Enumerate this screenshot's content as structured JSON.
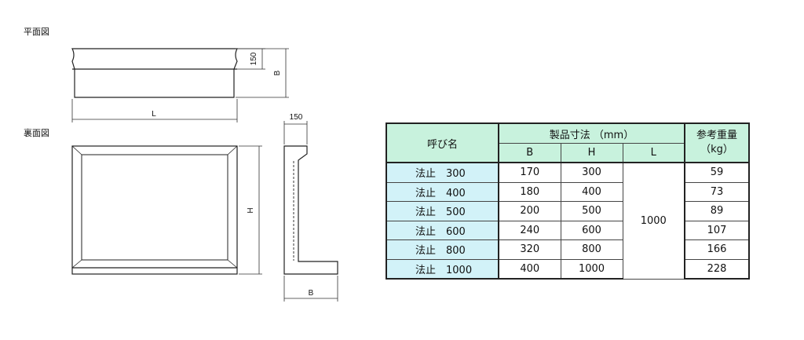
{
  "views": {
    "plan_title": "平面図",
    "back_title": "裏面図"
  },
  "dimensions": {
    "plan_depth": "150",
    "plan_b": "B",
    "plan_l": "L",
    "back_h": "H",
    "side_top": "150",
    "side_b": "B"
  },
  "table": {
    "header_name": "呼び名",
    "header_dims": "製品寸法 （mm）",
    "header_weight_line1": "参考重量",
    "header_weight_line2": "（kg）",
    "col_b": "B",
    "col_h": "H",
    "col_l": "L",
    "l_value": "1000",
    "rows": [
      {
        "name": "法止　300",
        "b": "170",
        "h": "300",
        "weight": "59"
      },
      {
        "name": "法止　400",
        "b": "180",
        "h": "400",
        "weight": "73"
      },
      {
        "name": "法止　500",
        "b": "200",
        "h": "500",
        "weight": "89"
      },
      {
        "name": "法止　600",
        "b": "240",
        "h": "600",
        "weight": "107"
      },
      {
        "name": "法止　800",
        "b": "320",
        "h": "800",
        "weight": "166"
      },
      {
        "name": "法止　1000",
        "b": "400",
        "h": "1000",
        "weight": "228"
      }
    ]
  }
}
